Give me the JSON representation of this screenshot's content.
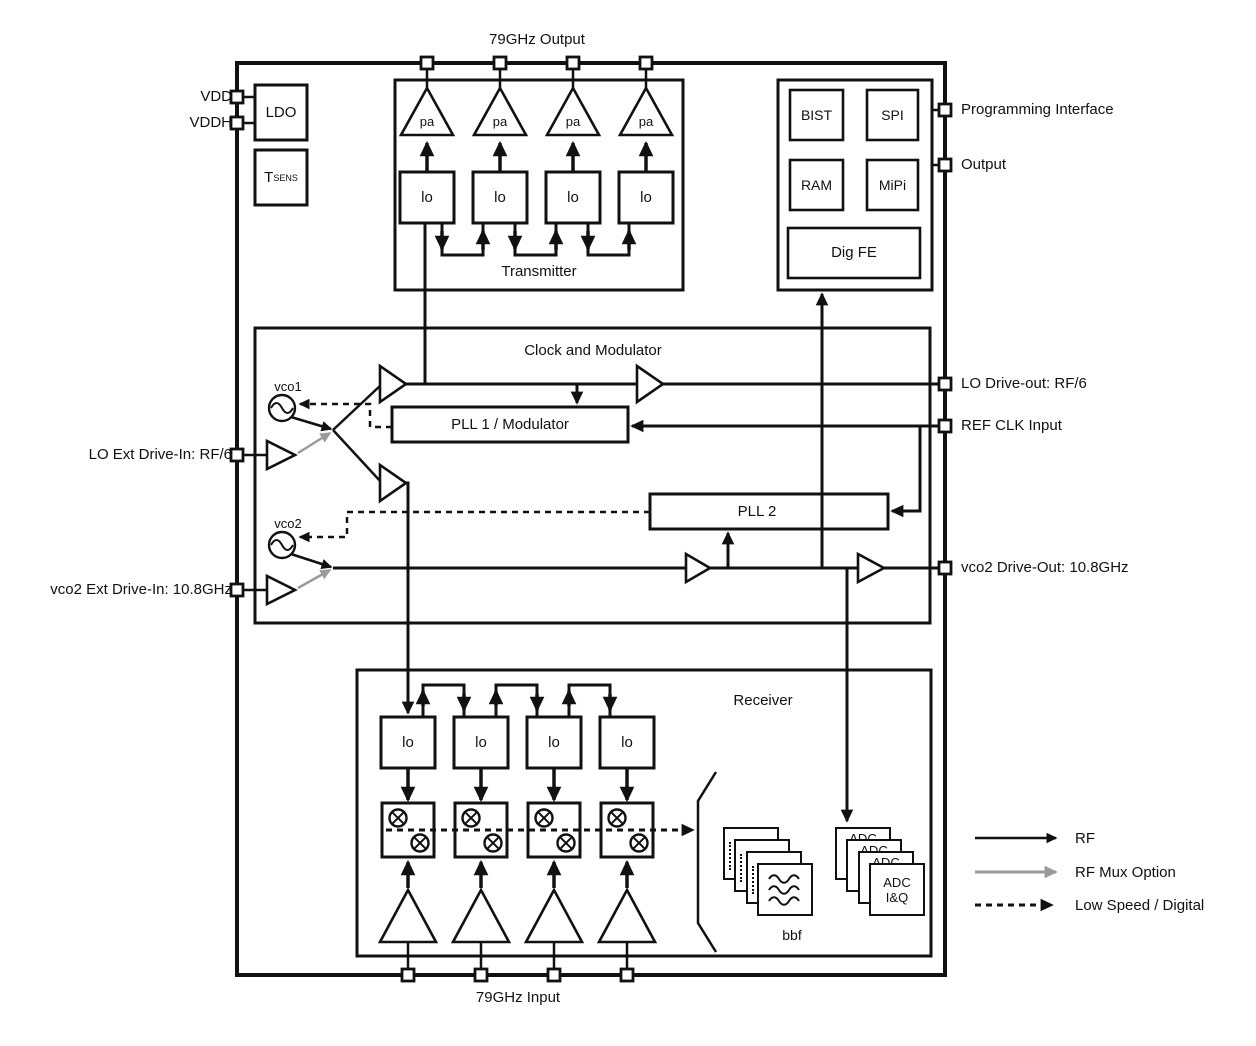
{
  "chip": {
    "top_pin_label": "79GHz Output",
    "bottom_pin_label": "79GHz Input",
    "left_pins": [
      "VDD",
      "VDDH",
      "LO Ext Drive-In: RF/6",
      "vco2 Ext Drive-In: 10.8GHz"
    ],
    "right_pins": [
      "Programming Interface",
      "Output",
      "LO Drive-out: RF/6",
      "REF CLK Input",
      "vco2 Drive-Out: 10.8GHz"
    ]
  },
  "power": {
    "ldo": "LDO",
    "tsens_main": "T",
    "tsens_sub": "SENS"
  },
  "transmitter": {
    "title": "Transmitter",
    "pa": "pa",
    "lo": "lo",
    "channels": 4
  },
  "digital": {
    "bist": "BIST",
    "spi": "SPI",
    "ram": "RAM",
    "mipi": "MiPi",
    "digfe": "Dig FE"
  },
  "clock": {
    "title": "Clock and Modulator",
    "vco1": "vco1",
    "vco2": "vco2",
    "pll1": "PLL 1 / Modulator",
    "pll2": "PLL 2"
  },
  "receiver": {
    "title": "Receiver",
    "lo": "lo",
    "channels": 4,
    "bbf": "bbf",
    "adc_line1": "ADC",
    "adc_line2": "I&Q",
    "adc_back": "ADC"
  },
  "legend": {
    "items": [
      {
        "type": "rf",
        "label": "RF"
      },
      {
        "type": "rf-mux",
        "label": "RF Mux Option"
      },
      {
        "type": "low-speed-digital",
        "label": "Low Speed / Digital"
      }
    ]
  },
  "colors": {
    "line": "#111111",
    "mux_arrow": "#9a9a9a",
    "background": "#ffffff"
  },
  "icons": {
    "vco": "sine-oscillator-icon",
    "mixer": "mixer-cross-icon",
    "amp": "amplifier-triangle-icon",
    "filter": "wave-filter-icon",
    "pin": "pin-square"
  }
}
